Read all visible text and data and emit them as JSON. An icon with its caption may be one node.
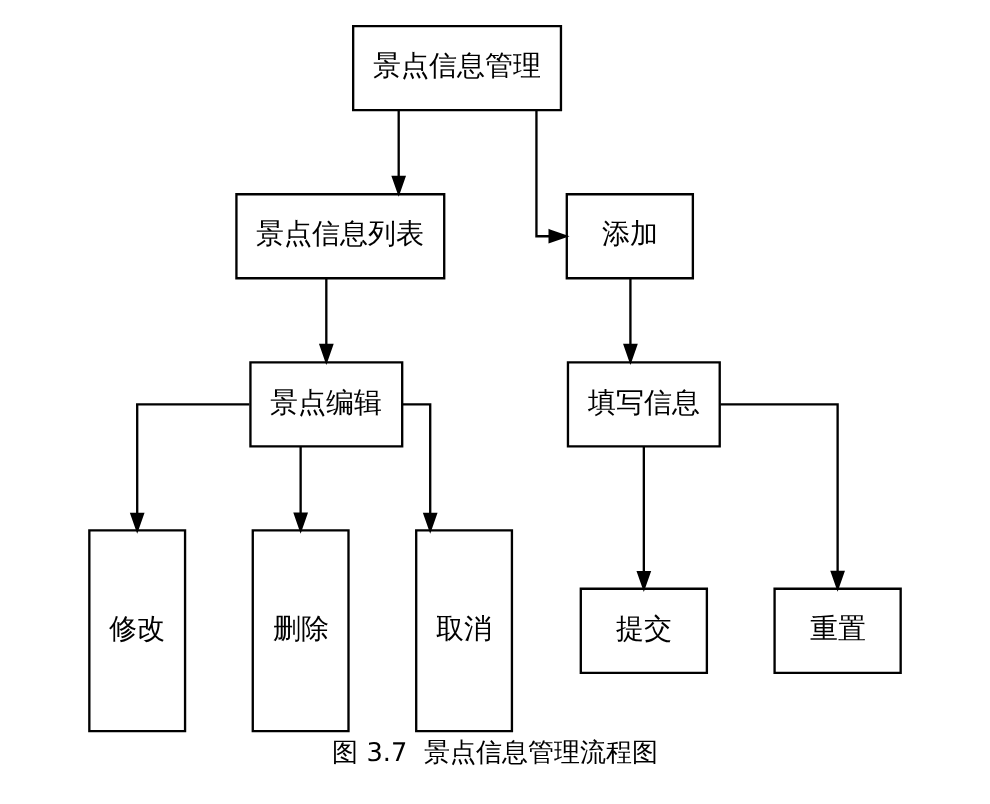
{
  "diagram": {
    "caption": "图 3.7  景点信息管理流程图",
    "nodes": [
      {
        "text": [
          "景点信息管理"
        ]
      },
      {
        "text": [
          "景点信息列表"
        ]
      },
      {
        "text": [
          "添加"
        ]
      },
      {
        "text": [
          "景点编辑"
        ]
      },
      {
        "text": [
          "填写信息"
        ]
      },
      {
        "text": [
          "修改"
        ]
      },
      {
        "text": [
          "删除"
        ]
      },
      {
        "text": [
          "取消"
        ]
      },
      {
        "text": [
          "提交"
        ]
      },
      {
        "text": [
          "重置"
        ]
      }
    ],
    "edges": [
      {
        "from": 0,
        "to": 1,
        "arrow": "to"
      },
      {
        "from": 0,
        "to": 2,
        "arrow": "to"
      },
      {
        "from": 1,
        "to": 3,
        "arrow": "to"
      },
      {
        "from": 2,
        "to": 4,
        "arrow": "to"
      },
      {
        "from": 3,
        "to": 5,
        "arrow": "to"
      },
      {
        "from": 3,
        "to": 6,
        "arrow": "to"
      },
      {
        "from": 3,
        "to": 7,
        "arrow": "to"
      },
      {
        "from": 4,
        "to": 8,
        "arrow": "to"
      },
      {
        "from": 4,
        "to": 9,
        "arrow": "to"
      }
    ]
  }
}
